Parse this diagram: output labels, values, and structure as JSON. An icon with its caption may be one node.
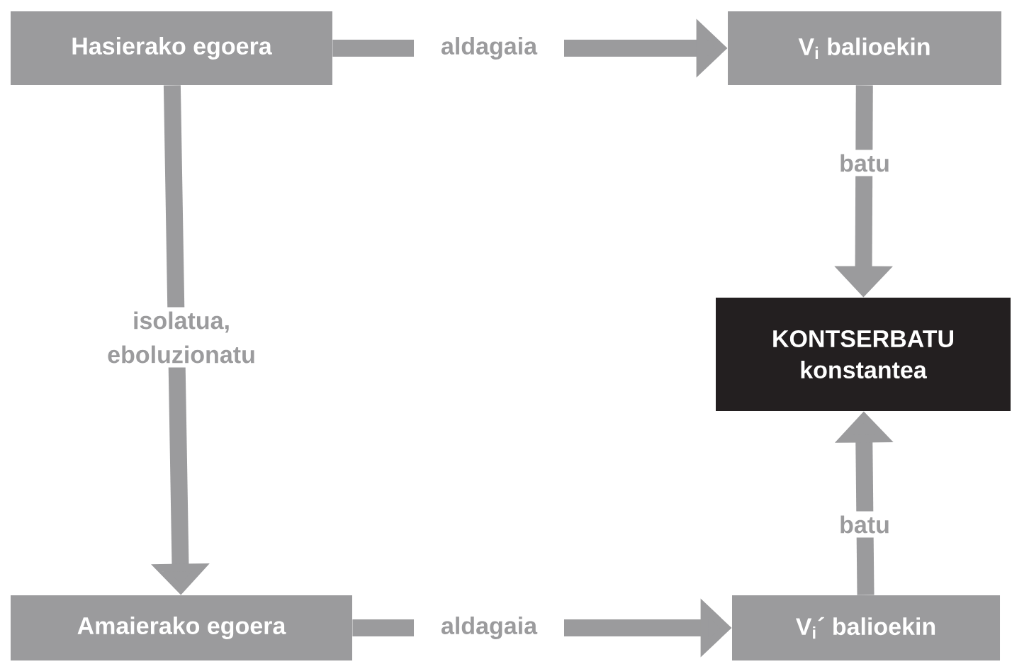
{
  "diagram": {
    "nodes": [
      {
        "text": [
          "Hasierako egoera"
        ]
      },
      {
        "text": [
          "V$_{i}$ balioekin"
        ]
      },
      {
        "text": [
          "KONTSERBATU",
          "konstantea"
        ]
      },
      {
        "text": [
          "Amaierako egoera"
        ]
      },
      {
        "text": [
          "V$_{i}$´ balioekin"
        ]
      }
    ],
    "edges": [
      {
        "from": 0,
        "to": 1,
        "arrow": "to",
        "label": "aldagaia"
      },
      {
        "from": 1,
        "to": 2,
        "arrow": "to",
        "label": "batu"
      },
      {
        "from": 0,
        "to": 3,
        "arrow": "to",
        "label": "isolatua, eboluzionatu"
      },
      {
        "from": 3,
        "to": 4,
        "arrow": "to",
        "label": "aldagaia"
      },
      {
        "from": 4,
        "to": 2,
        "arrow": "to",
        "label": "batu"
      }
    ]
  }
}
